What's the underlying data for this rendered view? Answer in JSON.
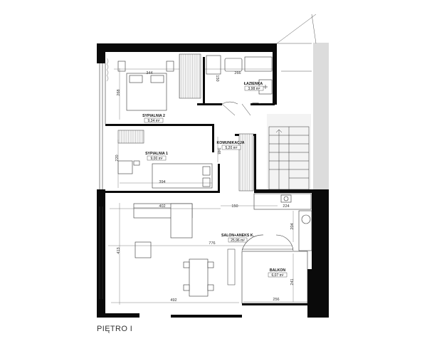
{
  "floor_label": "PIĘTRO I",
  "rooms": {
    "sypialnia2": {
      "name": "SYPIALNIA 2",
      "area": "9,34 m²"
    },
    "sypialnia1": {
      "name": "SYPIALNIA 1",
      "area": "9,00 m²"
    },
    "lazienka": {
      "name": "ŁAZIENKA",
      "area": "3,98 m²"
    },
    "komunikacja": {
      "name": "KOMUNIKACJA",
      "area": "5,20 m²"
    },
    "salon": {
      "name": "SALON+ANEKS K.",
      "area": "25,96 m²"
    },
    "balkon": {
      "name": "BALKON",
      "area": "6,07 m²"
    }
  },
  "dims": {
    "d344": "344",
    "d266": "266",
    "d150a": "150",
    "d268": "268",
    "d220": "220",
    "d394": "394",
    "d348": "348",
    "d402": "402",
    "d150b": "150",
    "d224": "224",
    "d204": "204",
    "d776": "776",
    "d413": "413",
    "d492": "492",
    "d256": "256",
    "d241": "241"
  },
  "colors": {
    "wall": "#0a0a0a",
    "line": "#333333",
    "shade": "#d8d8d8"
  }
}
